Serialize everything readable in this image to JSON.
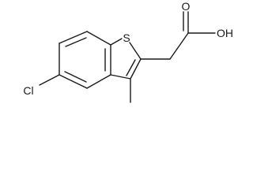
{
  "molecule": {
    "atom_labels": {
      "sulfur": "S",
      "chlorine": "Cl",
      "carbonyl_oxygen": "O",
      "hydroxyl": "OH"
    },
    "bond_color": "#1a1a1a"
  }
}
